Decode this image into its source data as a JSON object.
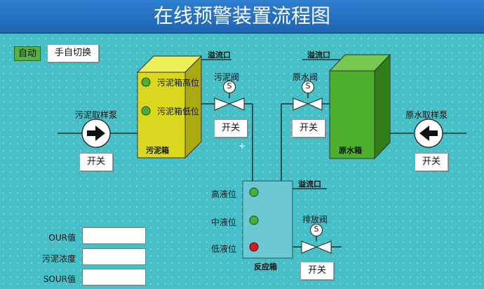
{
  "title": "在线预警装置流程图",
  "mode": {
    "auto_label": "自动",
    "manual_toggle_label": "手自切换"
  },
  "sludge_tank": {
    "name": "污泥箱",
    "high_level_label": "污泥箱高位",
    "low_level_label": "污泥箱低位",
    "overflow_label": "溢流口",
    "color": "#d9d81f"
  },
  "raw_water_tank": {
    "name": "原水箱",
    "overflow_label": "溢流口",
    "color": "#4db02c"
  },
  "reaction_tank": {
    "name": "反应箱",
    "overflow_label": "溢流口",
    "high_label": "高液位",
    "mid_label": "中液位",
    "low_label": "低液位",
    "color": "#6cc8d4"
  },
  "pumps": {
    "sludge": {
      "label": "污泥取样泵",
      "switch_label": "开关"
    },
    "raw_water": {
      "label": "原水取样泵",
      "switch_label": "开关"
    }
  },
  "valves": {
    "sludge": {
      "label": "污泥阀",
      "switch_label": "开关",
      "symbol": "S"
    },
    "raw_water": {
      "label": "原水阀",
      "switch_label": "开关",
      "symbol": "S"
    },
    "drain": {
      "label": "排放阀",
      "switch_label": "开关",
      "symbol": "S"
    }
  },
  "indicators": {
    "sludge_high": "#4caf35",
    "sludge_low": "#4caf35",
    "reaction_high": "#4caf35",
    "reaction_mid": "#4caf35",
    "reaction_low": "#e01515"
  },
  "readouts": {
    "our": {
      "label": "OUR值",
      "value": ""
    },
    "sludge_concentration": {
      "label": "污泥浓度",
      "value": ""
    },
    "sour": {
      "label": "SOUR值",
      "value": ""
    }
  }
}
